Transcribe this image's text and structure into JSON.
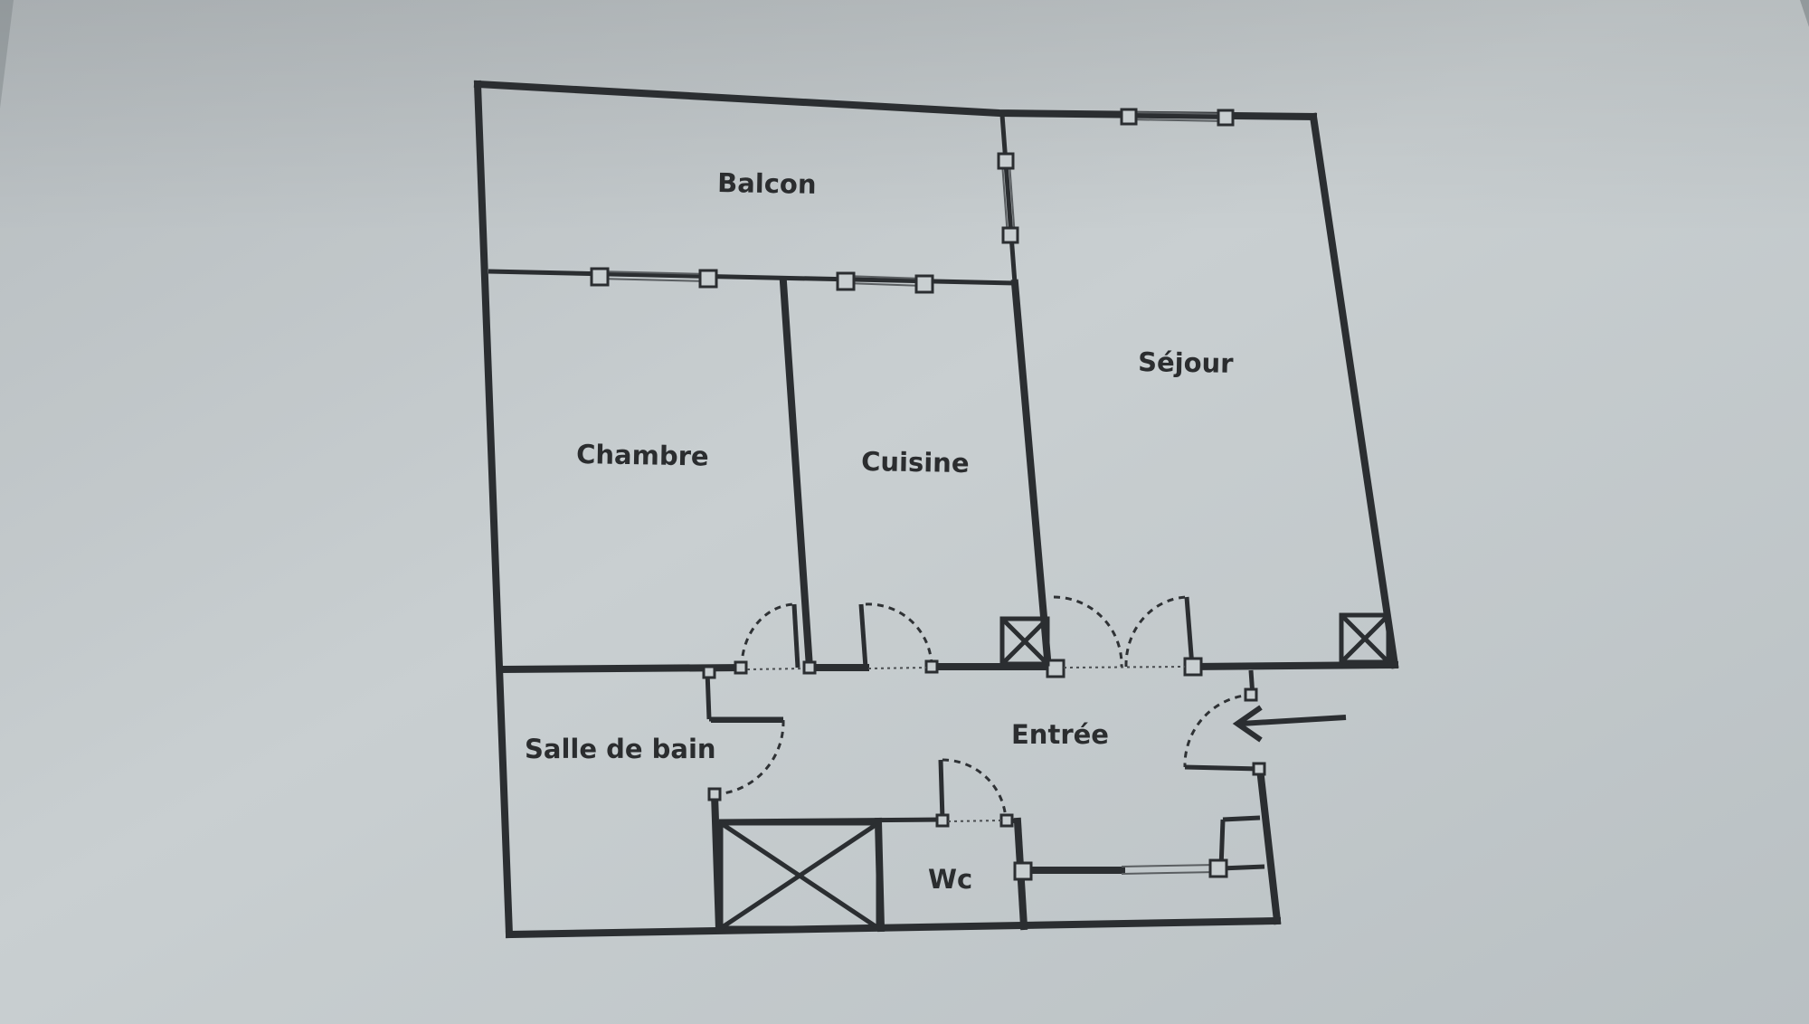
{
  "rooms": {
    "balcon": "Balcon",
    "sejour": "Séjour",
    "chambre": "Chambre",
    "cuisine": "Cuisine",
    "salle_de_bain": "Salle de bain",
    "entree": "Entrée",
    "wc": "Wc"
  },
  "colors": {
    "paper": "#c9cfd1",
    "background": "#9fa6a9",
    "ink": "#2b2e31"
  }
}
